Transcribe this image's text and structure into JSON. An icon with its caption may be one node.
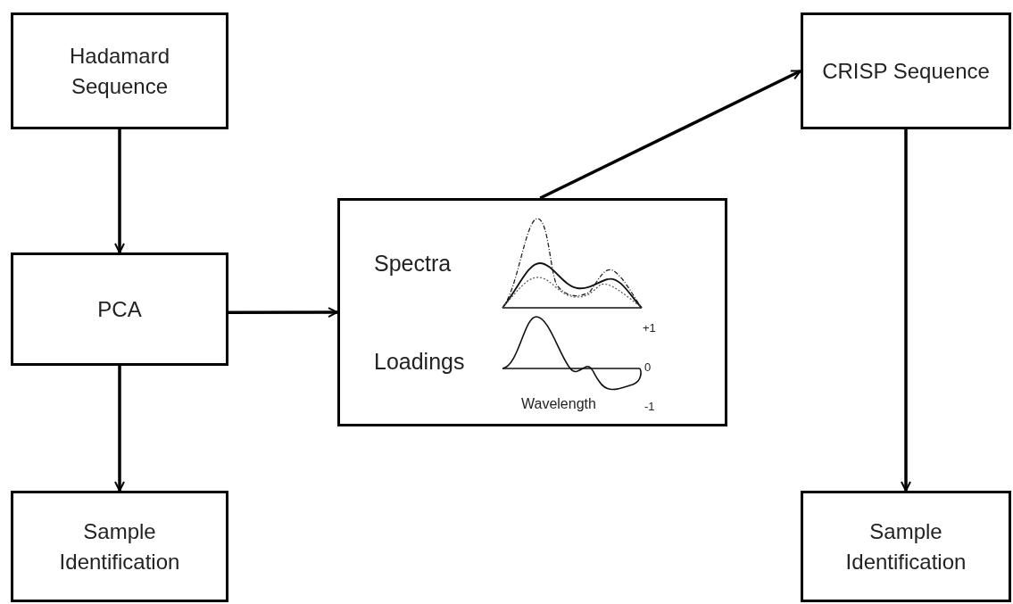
{
  "diagram": {
    "nodes": [
      {
        "text": [
          "Hadamard Sequence"
        ]
      },
      {
        "text": [
          "PCA"
        ]
      },
      {
        "text": [
          "Sample Identification"
        ]
      },
      {
        "text": [
          "Spectra",
          "Loadings"
        ]
      },
      {
        "text": [
          "CRISP Sequence"
        ]
      },
      {
        "text": [
          "Sample Identification"
        ]
      }
    ],
    "edges": [
      {
        "from": 0,
        "to": 1,
        "arrow": "to"
      },
      {
        "from": 1,
        "to": 2,
        "arrow": "to"
      },
      {
        "from": 1,
        "to": 3,
        "arrow": "to"
      },
      {
        "from": 3,
        "to": 4,
        "arrow": "to"
      },
      {
        "from": 4,
        "to": 5,
        "arrow": "to"
      }
    ],
    "labels": [
      "+1",
      "0",
      "Wavelength",
      "-1"
    ]
  }
}
